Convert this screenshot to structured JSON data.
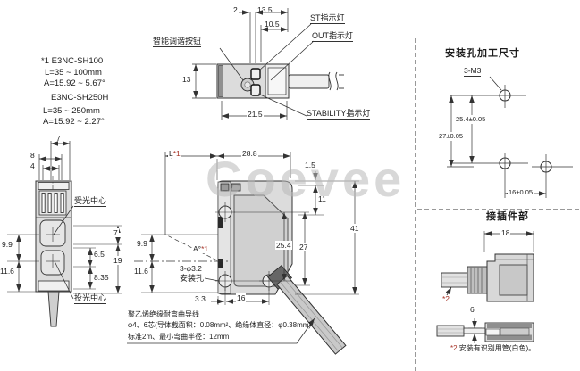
{
  "watermark": "Coevee",
  "model_note": {
    "line1": "*1 E3NC-SH100",
    "line2": "L=35 ~ 100mm",
    "line3": "A=15.92 ~ 5.67°",
    "line4": "E3NC-SH250H",
    "line5": "L=35 ~ 250mm",
    "line6": "A=15.92 ~ 2.27°"
  },
  "top_view": {
    "smart_tune_label": "智能调谐按钮",
    "st_label": "ST指示灯",
    "out_label": "OUT指示灯",
    "stability_label": "STABILITY指示灯",
    "dim_2": "2",
    "dim_13_5": "13.5",
    "dim_10_5": "10.5",
    "dim_13": "13",
    "dim_21_5": "21.5"
  },
  "front_view": {
    "receive_center_label": "受光中心",
    "emit_center_label": "投光中心",
    "dim_7_top": "7",
    "dim_8": "8",
    "dim_4": "4",
    "dim_9_9": "9.9",
    "dim_11_6": "11.6",
    "dim_7_right": "7",
    "dim_6_5": "6.5",
    "dim_19": "19",
    "dim_8_35": "8.35"
  },
  "side_view": {
    "dim_L": "L",
    "ref_1": "*1",
    "dim_28_8": "28.8",
    "dim_1_5": "1.5",
    "dim_11": "11",
    "dim_41": "41",
    "dim_25_4": "25.4",
    "dim_27": "27",
    "dim_9_9": "9.9",
    "dim_11_6": "11.6",
    "dim_A": "A°",
    "ref_A": "*1",
    "mount_hole_label_line1": "3-φ3.2",
    "mount_hole_label_line2": "安装孔",
    "dim_3_3": "3.3",
    "dim_16": "16"
  },
  "wire_note": {
    "line1": "聚乙烯绝缘耐弯曲导线",
    "line2": "φ4、6芯(导体截面积：0.08mm²、绝缘体直径：φ0.38mm)",
    "line3": "标准2m、最小弯曲半径：12mm"
  },
  "mounting_panel": {
    "title": "安装孔加工尺寸",
    "hole_label": "3-M3",
    "dim_25_4": "25.4±0.05",
    "dim_27": "27±0.05",
    "dim_16": "16±0.05"
  },
  "connector_panel": {
    "title": "接插件部",
    "dim_18": "18",
    "dim_6": "6",
    "ref_2": "*2",
    "note_ref": "*2",
    "note_text": "安装有识别用管(白色)。"
  },
  "colors": {
    "line": "#333333",
    "ref_red": "#a8362a",
    "body_gray": "#dcdcdc",
    "watermark_gray": "#b9b9b9"
  }
}
